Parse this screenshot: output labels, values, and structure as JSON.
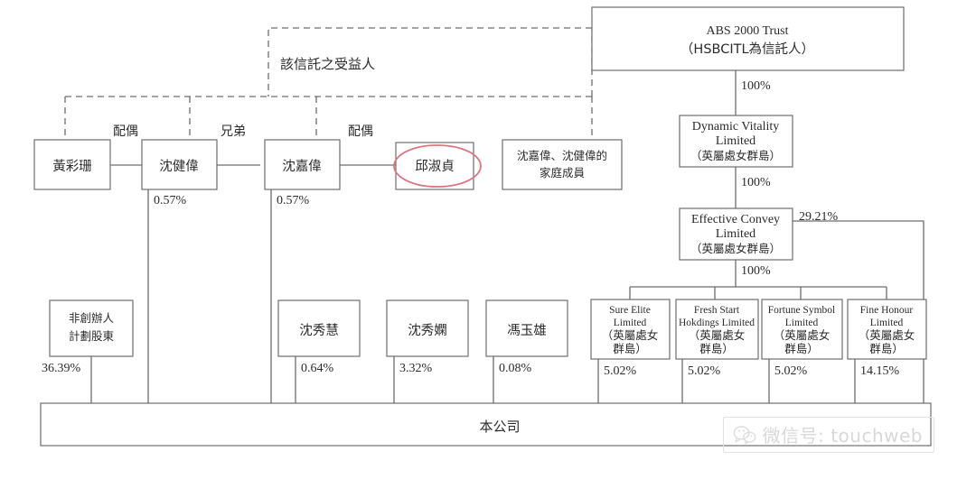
{
  "diagram": {
    "title": "Shareholding Structure Chart",
    "colors": {
      "line": "#6d6d6d",
      "text": "#2b2b2b",
      "highlight": "#e0737d",
      "watermark": "#d8d8d8"
    }
  },
  "trust": {
    "name_en": "ABS 2000 Trust",
    "name_cn": "（HSBCITL為信託人）",
    "beneficiary_note": "該信託之受益人",
    "pct_to_dynamic": "100%"
  },
  "corporate": {
    "dynamic_vitality": {
      "line1": "Dynamic Vitality",
      "line2": "Limited",
      "line3": "（英屬處女群島）",
      "pct_out": "100%"
    },
    "effective_convey": {
      "line1": "Effective Convey",
      "line2": "Limited",
      "line3": "（英屬處女群島）",
      "pct_direct": "29.21%",
      "pct_out": "100%"
    },
    "subsidiaries": [
      {
        "line1": "Sure Elite",
        "line2": "Limited",
        "line3": "（英屬處女",
        "line4": "群島）",
        "pct": "5.02%"
      },
      {
        "line1": "Fresh Start",
        "line2": "Hokdings Limited",
        "line3": "（英屬處女",
        "line4": "群島）",
        "pct": "5.02%"
      },
      {
        "line1": "Fortune Symbol",
        "line2": "Limited",
        "line3": "（英屬處女",
        "line4": "群島）",
        "pct": "5.02%"
      },
      {
        "line1": "Fine Honour",
        "line2": "Limited",
        "line3": "（英屬處女",
        "line4": "群島）",
        "pct": "14.15%"
      }
    ]
  },
  "family": {
    "persons": [
      {
        "name": "黃彩珊",
        "pct": ""
      },
      {
        "name": "沈健偉",
        "pct": "0.57%"
      },
      {
        "name": "沈嘉偉",
        "pct": "0.57%"
      },
      {
        "name": "邱淑貞",
        "pct": "",
        "highlighted": true
      }
    ],
    "relations": [
      {
        "label": "配偶"
      },
      {
        "label": "兄弟"
      },
      {
        "label": "配偶"
      }
    ],
    "members_box": {
      "line1": "沈嘉偉、沈健偉的",
      "line2": "家庭成員"
    }
  },
  "shareholders": [
    {
      "line1": "非創辦人",
      "line2": "計劃股東",
      "pct": "36.39%"
    },
    {
      "line1": "沈秀慧",
      "line2": "",
      "pct": "0.64%"
    },
    {
      "line1": "沈秀嫻",
      "line2": "",
      "pct": "3.32%"
    },
    {
      "line1": "馮玉雄",
      "line2": "",
      "pct": "0.08%"
    }
  ],
  "company": {
    "label": "本公司"
  },
  "watermark": {
    "text": "微信号: touchweb",
    "icon": "wechat-icon"
  }
}
